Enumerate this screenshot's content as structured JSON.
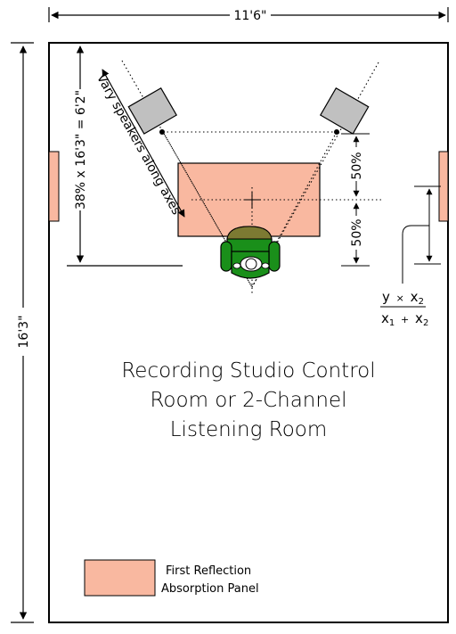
{
  "dimensions": {
    "width": "11'6\"",
    "length": "16'3\"",
    "listening_position": "38% x 16'3\" = 6'2\"",
    "percent_upper": "50%",
    "percent_lower": "50%"
  },
  "speaker_note": "Vary speakers along axes",
  "formula": {
    "numerator_y": "y",
    "numerator_times": "×",
    "numerator_x": "x",
    "numerator_x_sub": "2",
    "denominator_x1": "x",
    "denominator_x1_sub": "1",
    "denominator_plus": "+",
    "denominator_x2": "x",
    "denominator_x2_sub": "2"
  },
  "title_lines": [
    "Recording Studio Control",
    "Room or 2-Channel",
    "Listening Room"
  ],
  "legend": {
    "line1": "First Reflection",
    "line2": "Absorption Panel"
  },
  "colors": {
    "panel_fill": "#f9b8a0",
    "speaker_fill": "#c0c0c0",
    "chair_green": "#1a8f1a",
    "chair_top": "#7c7a32",
    "outline": "#000000"
  }
}
